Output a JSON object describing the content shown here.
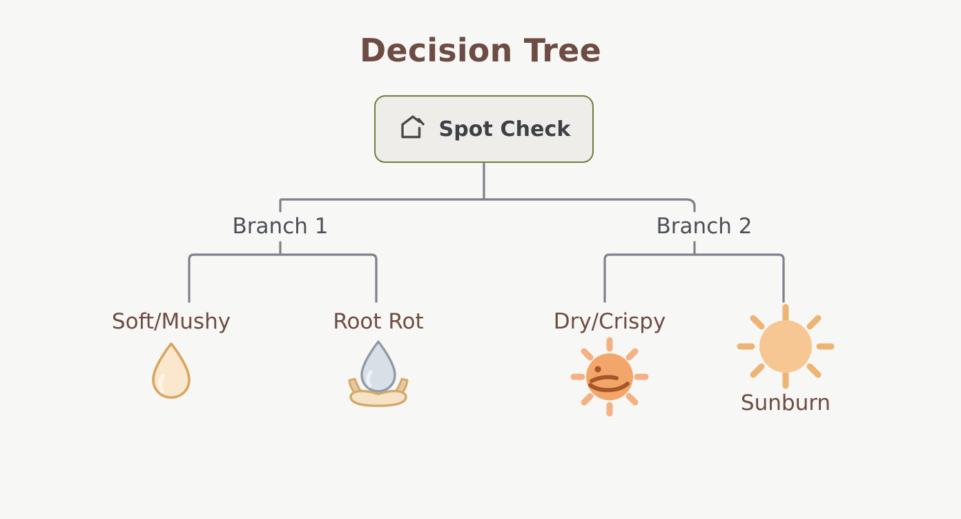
{
  "page": {
    "title": "Decision Tree",
    "background_color": "#f7f7f5",
    "title_color": "#6d4c44",
    "connector_color": "#80808a"
  },
  "root": {
    "label": "Spot Check",
    "icon": "home-icon",
    "border_color": "#6f7d3c",
    "fill_color": "#eeedea",
    "text_color": "#3d4044"
  },
  "branches": [
    {
      "label": "Branch 1",
      "color": "#4b4f55"
    },
    {
      "label": "Branch 2",
      "color": "#4b4f55"
    }
  ],
  "leaves": [
    {
      "label": "Soft/Mushy",
      "icon": "water-droplet-icon",
      "label_position": "above",
      "icon_fill": "#fbe7cd",
      "icon_stroke": "#d9a55f",
      "text_color": "#6d4c44"
    },
    {
      "label": "Root Rot",
      "icon": "droplet-in-basin-icon",
      "label_position": "above",
      "icon_fill": "#d8dfe6",
      "icon_stroke": "#8e9aa6",
      "basin_fill": "#f6e3c5",
      "basin_stroke": "#d3a86b",
      "text_color": "#6d4c44"
    },
    {
      "label": "Dry/Crispy",
      "icon": "sun-face-icon",
      "label_position": "above",
      "icon_fill": "#f3a66a",
      "icon_stroke": "#f4b183",
      "face_color": "#b06a3b",
      "text_color": "#5b4a42"
    },
    {
      "label": "Sunburn",
      "icon": "sun-icon",
      "label_position": "below",
      "icon_fill": "#f6c792",
      "icon_stroke": "#eeb474",
      "text_color": "#8a6334"
    }
  ]
}
